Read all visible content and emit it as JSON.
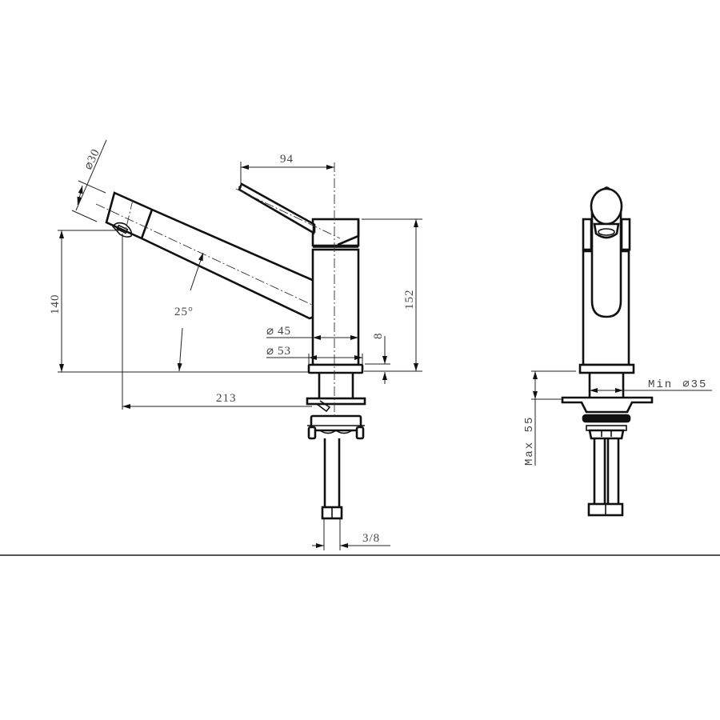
{
  "drawing": {
    "subject": "Kitchen faucet technical drawing",
    "views": [
      "side-view",
      "front-view"
    ],
    "line_color": "#111111",
    "text_color": "#444444",
    "background": "#ffffff"
  },
  "side_view": {
    "dimensions": {
      "spout_diameter": {
        "symbol": "⌀",
        "value": "30"
      },
      "lever_reach": {
        "value": "94"
      },
      "spout_height": {
        "value": "140"
      },
      "total_height": {
        "value": "152"
      },
      "spout_angle": {
        "value": "25°"
      },
      "body_diameter": {
        "symbol": "⌀",
        "value": "45"
      },
      "base_diameter": {
        "symbol": "⌀",
        "value": "53"
      },
      "base_thickness": {
        "value": "8"
      },
      "spout_reach": {
        "value": "213"
      },
      "hose_connection": {
        "value": "3/8"
      }
    }
  },
  "front_view": {
    "dimensions": {
      "min_hole": {
        "prefix": "Min",
        "symbol": "⌀",
        "value": "35"
      },
      "max_deck": {
        "label": "Max 55"
      }
    }
  }
}
